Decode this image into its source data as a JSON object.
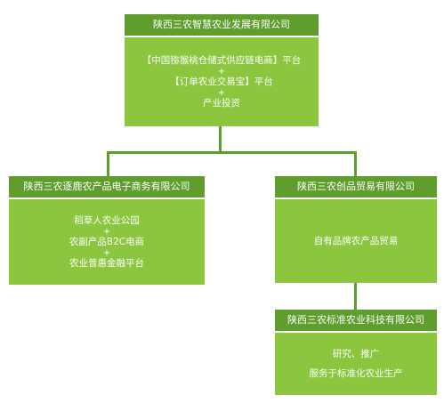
{
  "colors": {
    "header": "#5f9e2d",
    "body": "#8cc63f",
    "connector": "#5f9e2d",
    "text": "#ffffff"
  },
  "top": {
    "title": "陕西三农智慧农业发展有限公司",
    "items": [
      "【中国猕猴桃仓储式供应链电商】平台",
      "【订单农业交易宝】平台",
      "产业投资"
    ],
    "separator": "+"
  },
  "left": {
    "title": "陕西三农逐鹿农产品电子商务有限公司",
    "items": [
      "稻草人农业公园",
      "农副产品B2C电商",
      "农业普惠金融平台"
    ],
    "separator": "+"
  },
  "right": {
    "title": "陕西三农创品贸易有限公司",
    "items": [
      "自有品牌农产品贸易"
    ]
  },
  "sub": {
    "title": "陕西三农标准农业科技有限公司",
    "items": [
      "研究、推广",
      "服务于标准化农业生产"
    ]
  }
}
